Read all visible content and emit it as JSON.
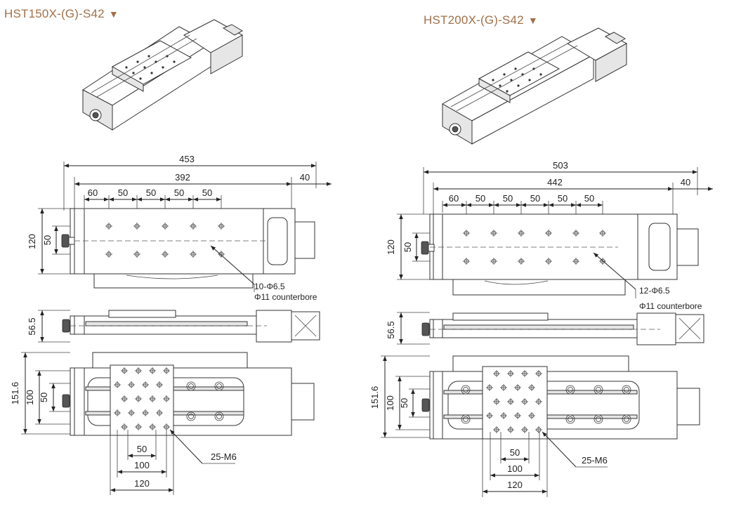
{
  "left": {
    "title": "HST150X-(G)-S42",
    "title_marker": "▼",
    "dims": {
      "overall": "453",
      "body": "392",
      "motor": "40",
      "hole_first": "60",
      "hole_pitch": "50",
      "height": "120",
      "rail_gap": "50",
      "holes": "10-Φ6.5",
      "counterbore": "Φ11 counterbore",
      "side_height": "56.5",
      "top_height": "151.6",
      "top_width": "100",
      "top_inner": "50",
      "table_pitch": "50",
      "table_span": "100",
      "table_width": "120",
      "tapped": "25-M6"
    }
  },
  "right": {
    "title": "HST200X-(G)-S42",
    "title_marker": "▼",
    "dims": {
      "overall": "503",
      "body": "442",
      "motor": "40",
      "hole_first": "60",
      "hole_pitch": "50",
      "height": "120",
      "rail_gap": "50",
      "holes": "12-Φ6.5",
      "counterbore": "Φ11 counterbore",
      "side_height": "56.5",
      "top_height": "151.6",
      "top_width": "100",
      "top_inner": "50",
      "table_pitch": "50",
      "table_span": "100",
      "table_width": "120",
      "tapped": "25-M6"
    }
  }
}
